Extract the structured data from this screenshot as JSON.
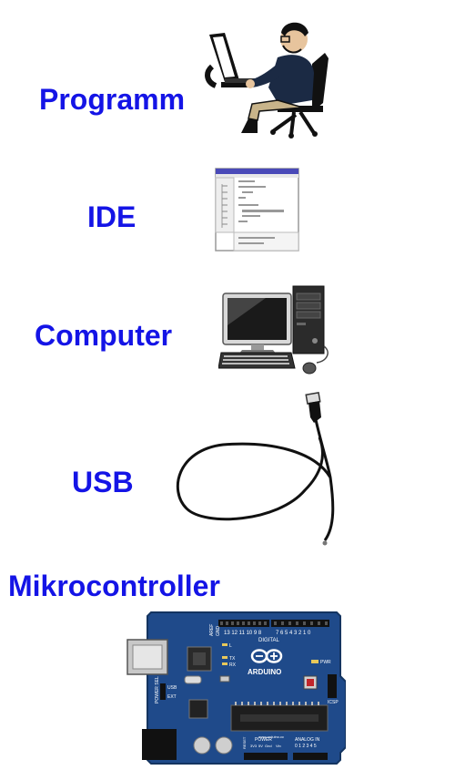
{
  "labels": {
    "programm": "Programm",
    "ide": "IDE",
    "computer": "Computer",
    "usb": "USB",
    "mikrocontroller": "Mikrocontroller"
  },
  "board": {
    "logo_text": "ARDUINO",
    "digital": "DIGITAL",
    "analog_in": "ANALOG IN",
    "power": "POWER",
    "pwr": "PWR",
    "icsp": "ICSP",
    "tx": "TX",
    "rx": "RX",
    "l": "L",
    "usb": "USB",
    "ext": "EXT",
    "aref": "AREF",
    "gnd": "GND",
    "reset": "RESET",
    "v33": "3V3",
    "v5": "5V",
    "gnd2": "Gnd",
    "vin": "Vin",
    "digital_pins": "7 6 5 4 3 2 1 0",
    "digital_pins_hi": "13 12 11 10 9 8",
    "analog_pins": "0 1 2 3 4 5",
    "website": "www.arduino.cc",
    "power_sel": "POWER SEL"
  },
  "colors": {
    "label": "#1414e6",
    "board": "#1f4a8a",
    "board_edge": "#143460"
  },
  "icons": [
    "programmer-icon",
    "ide-window-icon",
    "desktop-computer-icon",
    "usb-cable-icon",
    "arduino-board-icon"
  ]
}
